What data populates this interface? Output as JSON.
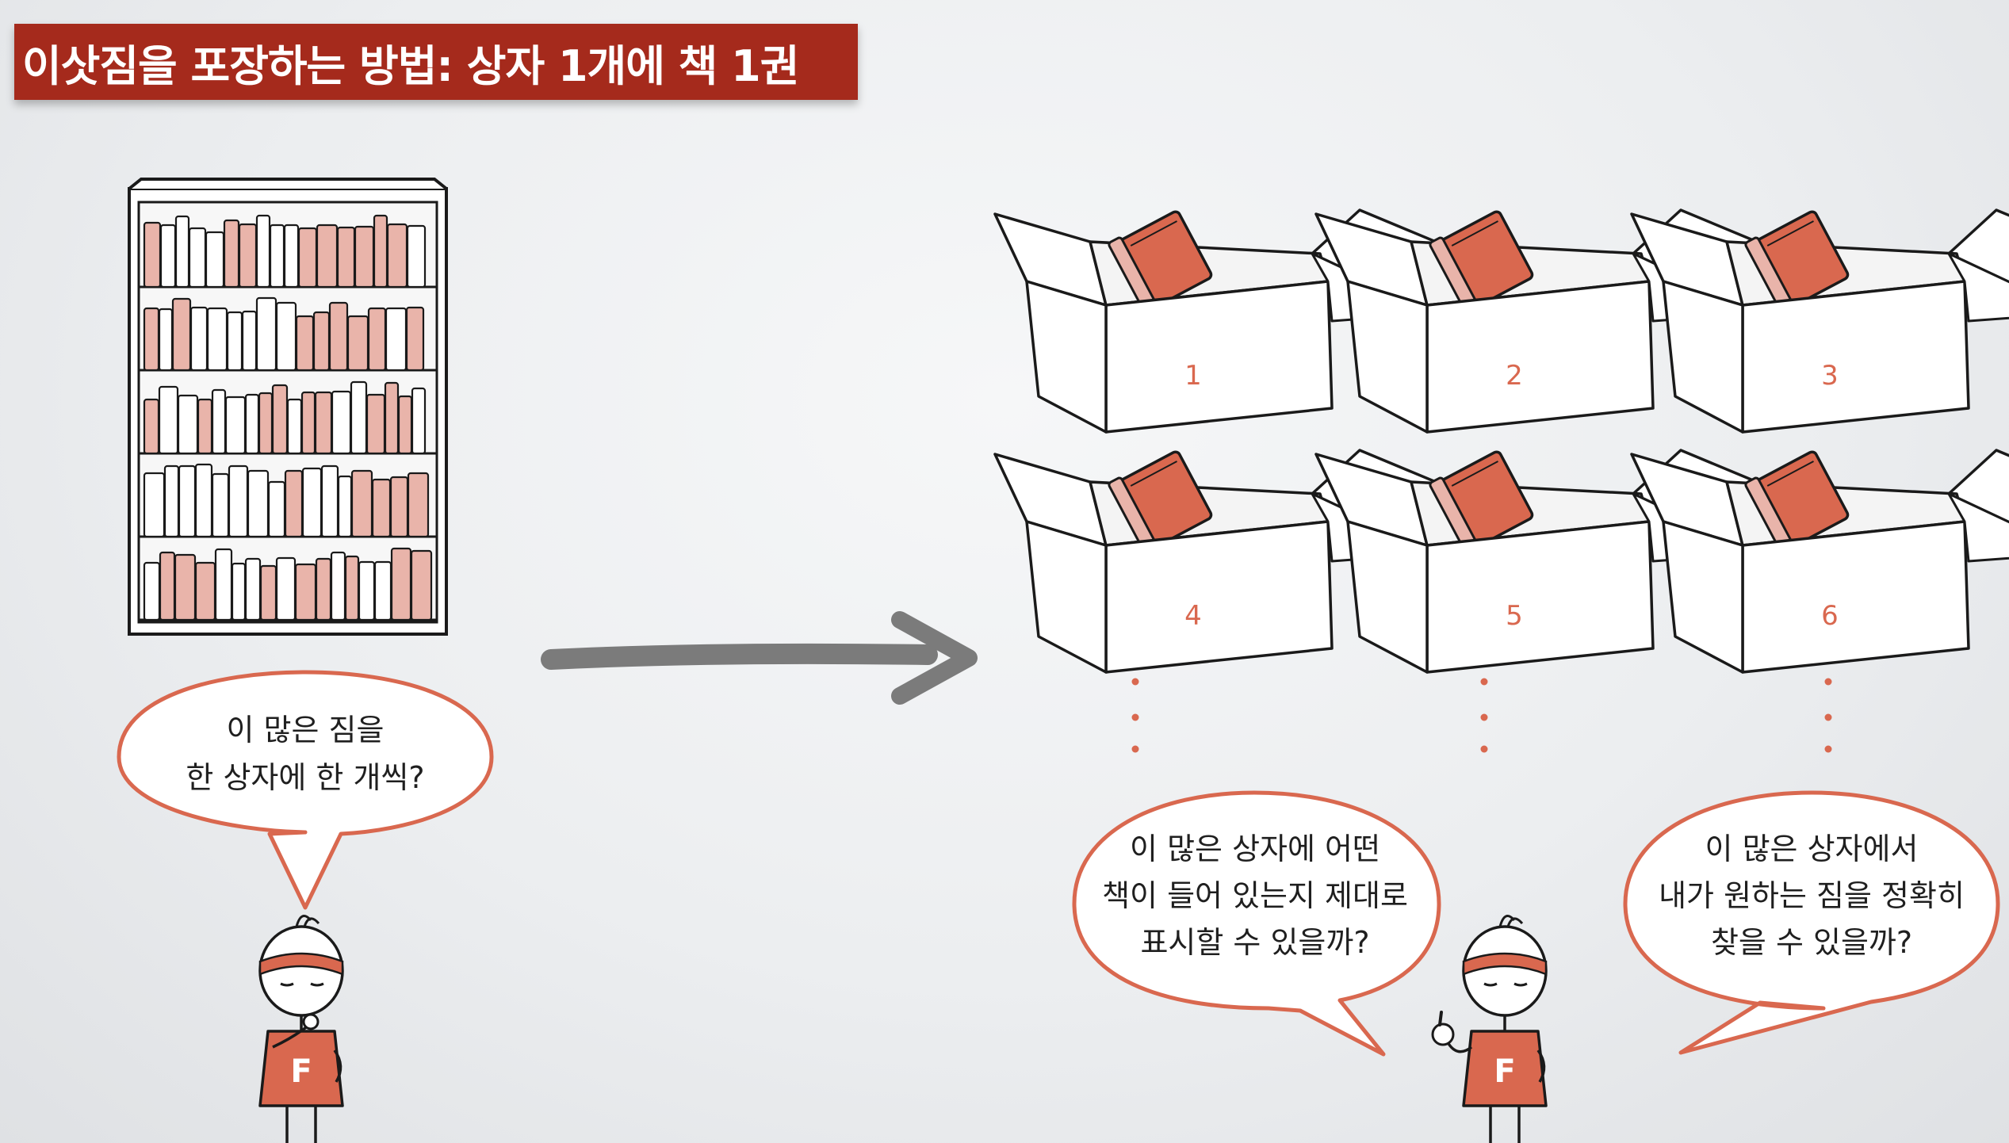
{
  "title": "이삿짐을 포장하는 방법: 상자 1개에 책 1권",
  "boxes": [
    {
      "number": "1"
    },
    {
      "number": "2"
    },
    {
      "number": "3"
    },
    {
      "number": "4"
    },
    {
      "number": "5"
    },
    {
      "number": "6"
    }
  ],
  "bubbles": {
    "left": {
      "lines": [
        "이 많은 짐을",
        "한 상자에 한 개씩?"
      ]
    },
    "middle": {
      "lines": [
        "이 많은 상자에 어떤",
        "책이 들어 있는지 제대로",
        "표시할 수 있을까?"
      ]
    },
    "right": {
      "lines": [
        "이 많은 상자에서",
        "내가 원하는 짐을 정확히",
        "찾을 수 있을까?"
      ]
    }
  },
  "character": {
    "shirt_letter": "F"
  },
  "colors": {
    "banner": "#a52a1c",
    "accent": "#d9684f",
    "book": "#d9684f",
    "book_pink": "#e9b4aa"
  },
  "icons": [
    "bookshelf-icon",
    "arrow-right-icon",
    "open-box-icon",
    "book-icon",
    "stick-figure-icon",
    "speech-bubble-icon"
  ]
}
